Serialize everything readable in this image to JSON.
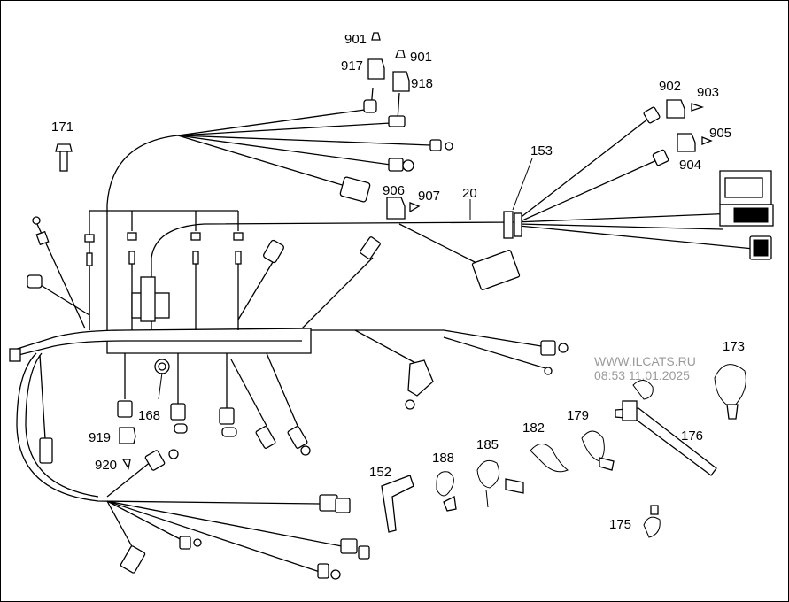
{
  "callouts": [
    {
      "id": "171",
      "text": "171"
    },
    {
      "id": "901a",
      "text": "901"
    },
    {
      "id": "917",
      "text": "917"
    },
    {
      "id": "901b",
      "text": "901"
    },
    {
      "id": "918",
      "text": "918"
    },
    {
      "id": "902",
      "text": "902"
    },
    {
      "id": "903",
      "text": "903"
    },
    {
      "id": "905",
      "text": "905"
    },
    {
      "id": "904",
      "text": "904"
    },
    {
      "id": "153",
      "text": "153"
    },
    {
      "id": "906",
      "text": "906"
    },
    {
      "id": "907",
      "text": "907"
    },
    {
      "id": "20",
      "text": "20"
    },
    {
      "id": "173",
      "text": "173"
    },
    {
      "id": "176",
      "text": "176"
    },
    {
      "id": "179",
      "text": "179"
    },
    {
      "id": "182",
      "text": "182"
    },
    {
      "id": "185",
      "text": "185"
    },
    {
      "id": "188",
      "text": "188"
    },
    {
      "id": "152",
      "text": "152"
    },
    {
      "id": "175",
      "text": "175"
    },
    {
      "id": "168",
      "text": "168"
    },
    {
      "id": "919",
      "text": "919"
    },
    {
      "id": "920",
      "text": "920"
    }
  ],
  "watermark": {
    "line1": "WWW.ILCATS.RU",
    "line2": "08:53  11.01.2025"
  }
}
